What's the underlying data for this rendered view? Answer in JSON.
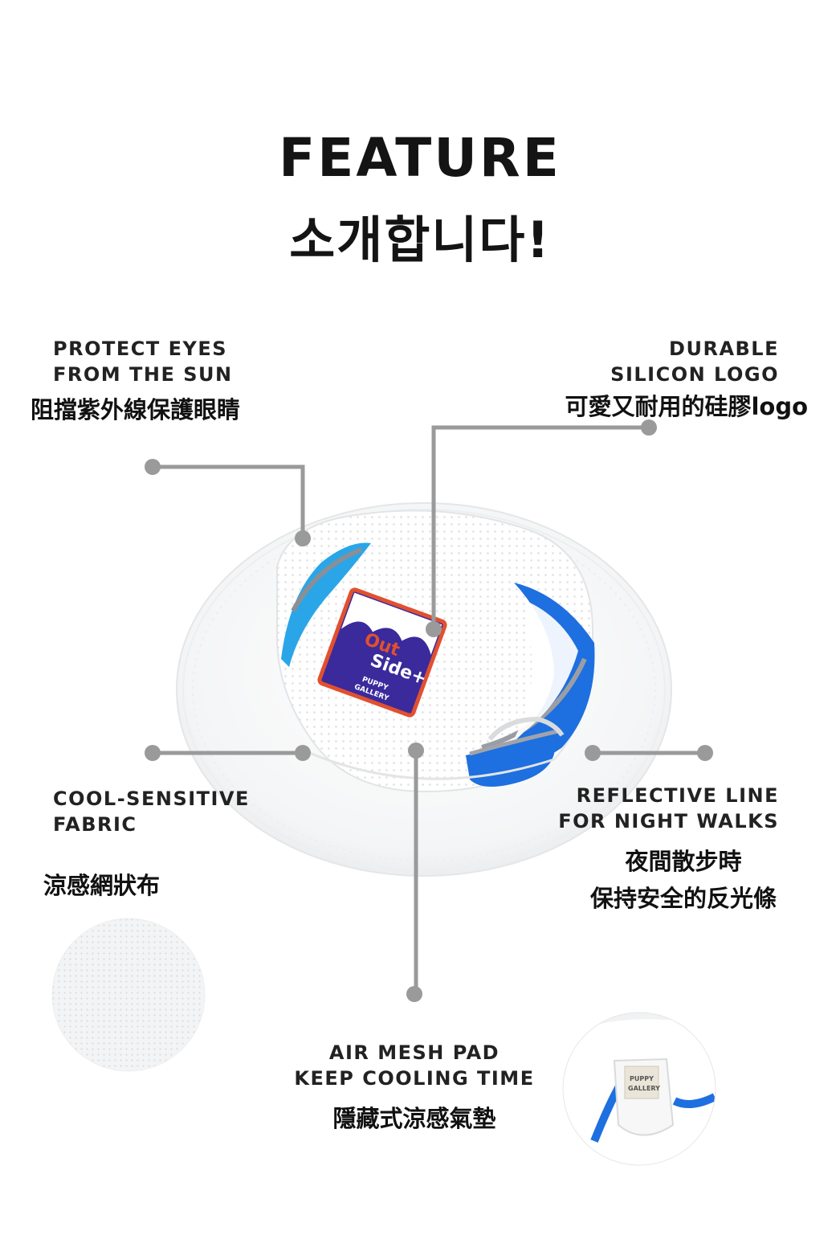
{
  "header": {
    "title_en": "FEATURE",
    "title_ko": "소개합니다!"
  },
  "features": {
    "protect_eyes": {
      "en_line1": "PROTECT EYES",
      "en_line2": "FROM THE SUN",
      "zh": "阻擋紫外線保護眼睛"
    },
    "durable_logo": {
      "en_line1": "DURABLE",
      "en_line2": "SILICON LOGO",
      "zh": "可愛又耐用的硅膠logo"
    },
    "cool_fabric": {
      "en_line1": "COOL-SENSITIVE",
      "en_line2": "FABRIC",
      "zh": "涼感網狀布"
    },
    "reflective": {
      "en_line1": "REFLECTIVE LINE",
      "en_line2": "FOR NIGHT WALKS",
      "zh_line1": "夜間散步時",
      "zh_line2": "保持安全的反光條"
    },
    "air_mesh": {
      "en_line1": "AIR MESH PAD",
      "en_line2": "KEEP COOLING TIME",
      "zh": "隱藏式涼感氣墊"
    }
  },
  "product_logo": {
    "line1": "Out",
    "line2": "Side+",
    "line3": "PUPPY",
    "line4": "GALLERY"
  },
  "inner_tag": {
    "line1": "PUPPY",
    "line2": "GALLERY"
  },
  "colors": {
    "connector": "#9a9a9a",
    "accent_blue": "#1e6fe0",
    "logo_purple": "#3a2a9c",
    "logo_border": "#e1502f"
  }
}
